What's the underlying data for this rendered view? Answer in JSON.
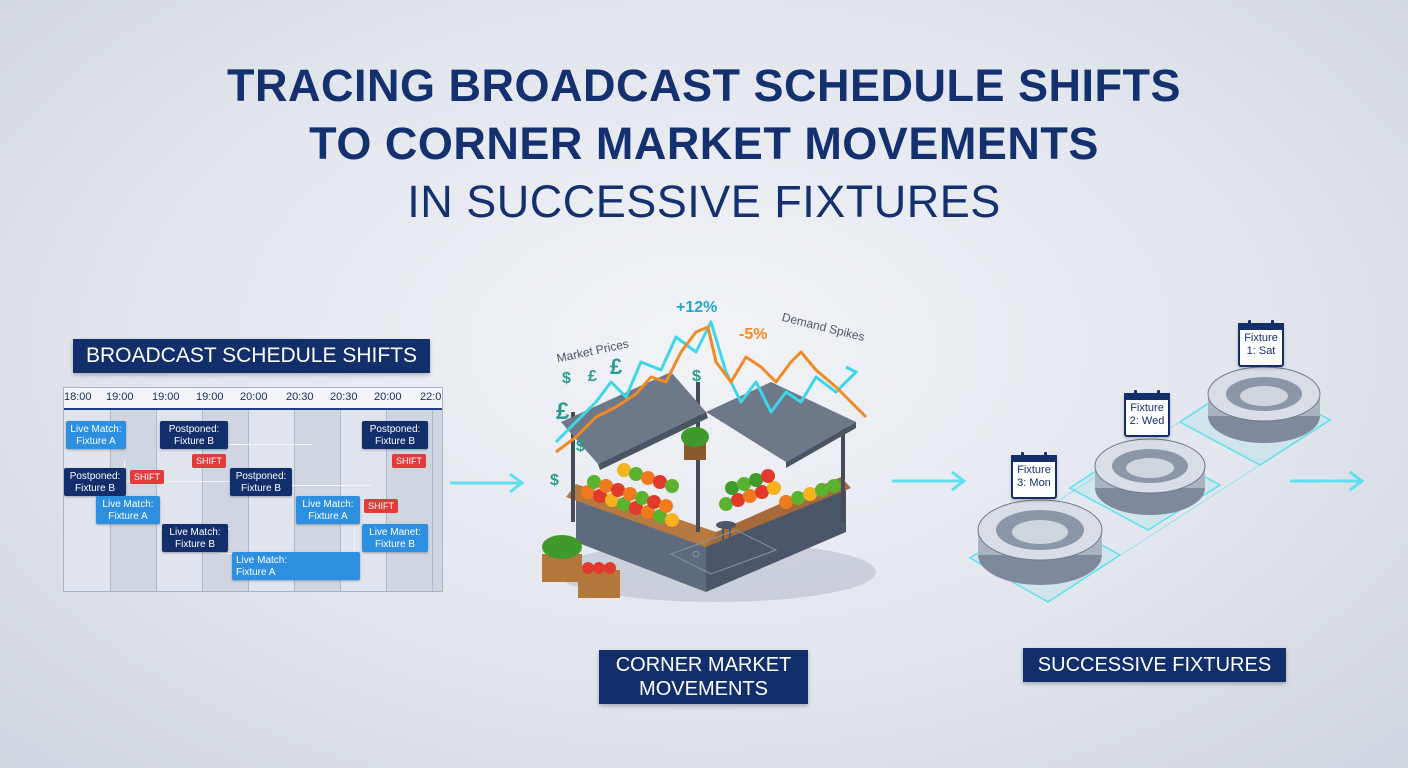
{
  "title": {
    "line1": "TRACING BROADCAST SCHEDULE SHIFTS",
    "line2": "TO CORNER MARKET MOVEMENTS",
    "line3": "IN SUCCESSIVE FIXTURES"
  },
  "broadcast": {
    "label": "BROADCAST SCHEDULE SHIFTS",
    "times": [
      "18:00",
      "19:00",
      "19:00",
      "19:00",
      "20:00",
      "20:30",
      "20:30",
      "20:00",
      "22:0"
    ],
    "events": {
      "e1": {
        "line1": "Live Match:",
        "line2": "Fixture A"
      },
      "e2": {
        "line1": "Postponed:",
        "line2": "Fixture B"
      },
      "e3": {
        "line1": "Postponed:",
        "line2": "Fixture B"
      },
      "e4": {
        "line1": "Postponed:",
        "line2": "Fixture B"
      },
      "e5": {
        "line1": "Live Match:",
        "line2": "Fixture A"
      },
      "e6": {
        "line1": "Live Match:",
        "line2": "Fixture B"
      },
      "e7": {
        "line1": "Live Match:",
        "line2": "Fixture A"
      },
      "e8": {
        "line1": "Postponed:",
        "line2": "Fixture B"
      },
      "e9": {
        "line1": "Live Match:",
        "line2": "Fixture A"
      },
      "e10": {
        "line1": "Live Manet:",
        "line2": "Fixture B"
      }
    },
    "shift_label": "SHIFT"
  },
  "market": {
    "label_line1": "CORNER MARKET",
    "label_line2": "MOVEMENTS",
    "prices_label": "Market Prices",
    "demand_label": "Demand Spikes",
    "up_pct": "+12%",
    "down_pct": "-5%",
    "currency": [
      "$",
      "£",
      "£",
      "$",
      "£",
      "$",
      "$"
    ]
  },
  "fixtures": {
    "label": "SUCCESSIVE FIXTURES",
    "items": [
      {
        "line1": "Fixture",
        "line2": "3: Mon"
      },
      {
        "line1": "Fixture",
        "line2": "2: Wed"
      },
      {
        "line1": "Fixture",
        "line2": "1: Sat"
      }
    ]
  },
  "colors": {
    "navy": "#132f6b",
    "live_blue": "#2d8fe0",
    "shift_red": "#e23b3b",
    "cyan": "#3fd6e8",
    "orange": "#f08a24"
  }
}
